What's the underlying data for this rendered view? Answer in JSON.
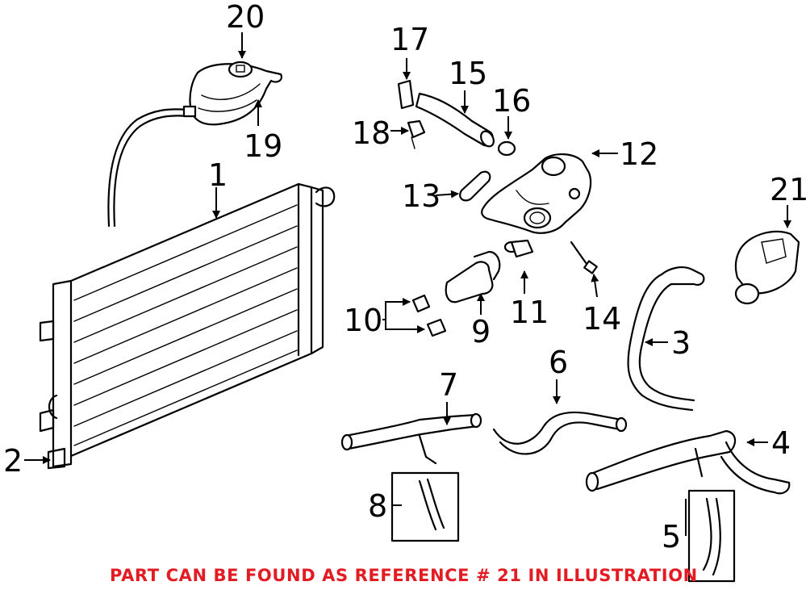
{
  "callouts": {
    "c1": "1",
    "c2": "2",
    "c3": "3",
    "c4": "4",
    "c5": "5",
    "c6": "6",
    "c7": "7",
    "c8": "8",
    "c9": "9",
    "c10": "10",
    "c11": "11",
    "c12": "12",
    "c13": "13",
    "c14": "14",
    "c15": "15",
    "c16": "16",
    "c17": "17",
    "c18": "18",
    "c19": "19",
    "c20": "20",
    "c21": "21"
  },
  "notice": {
    "text": "PART CAN BE FOUND AS REFERENCE # 21 IN ILLUSTRATION",
    "color": "#e31b23"
  },
  "colors": {
    "line": "#000000",
    "background": "#ffffff"
  }
}
